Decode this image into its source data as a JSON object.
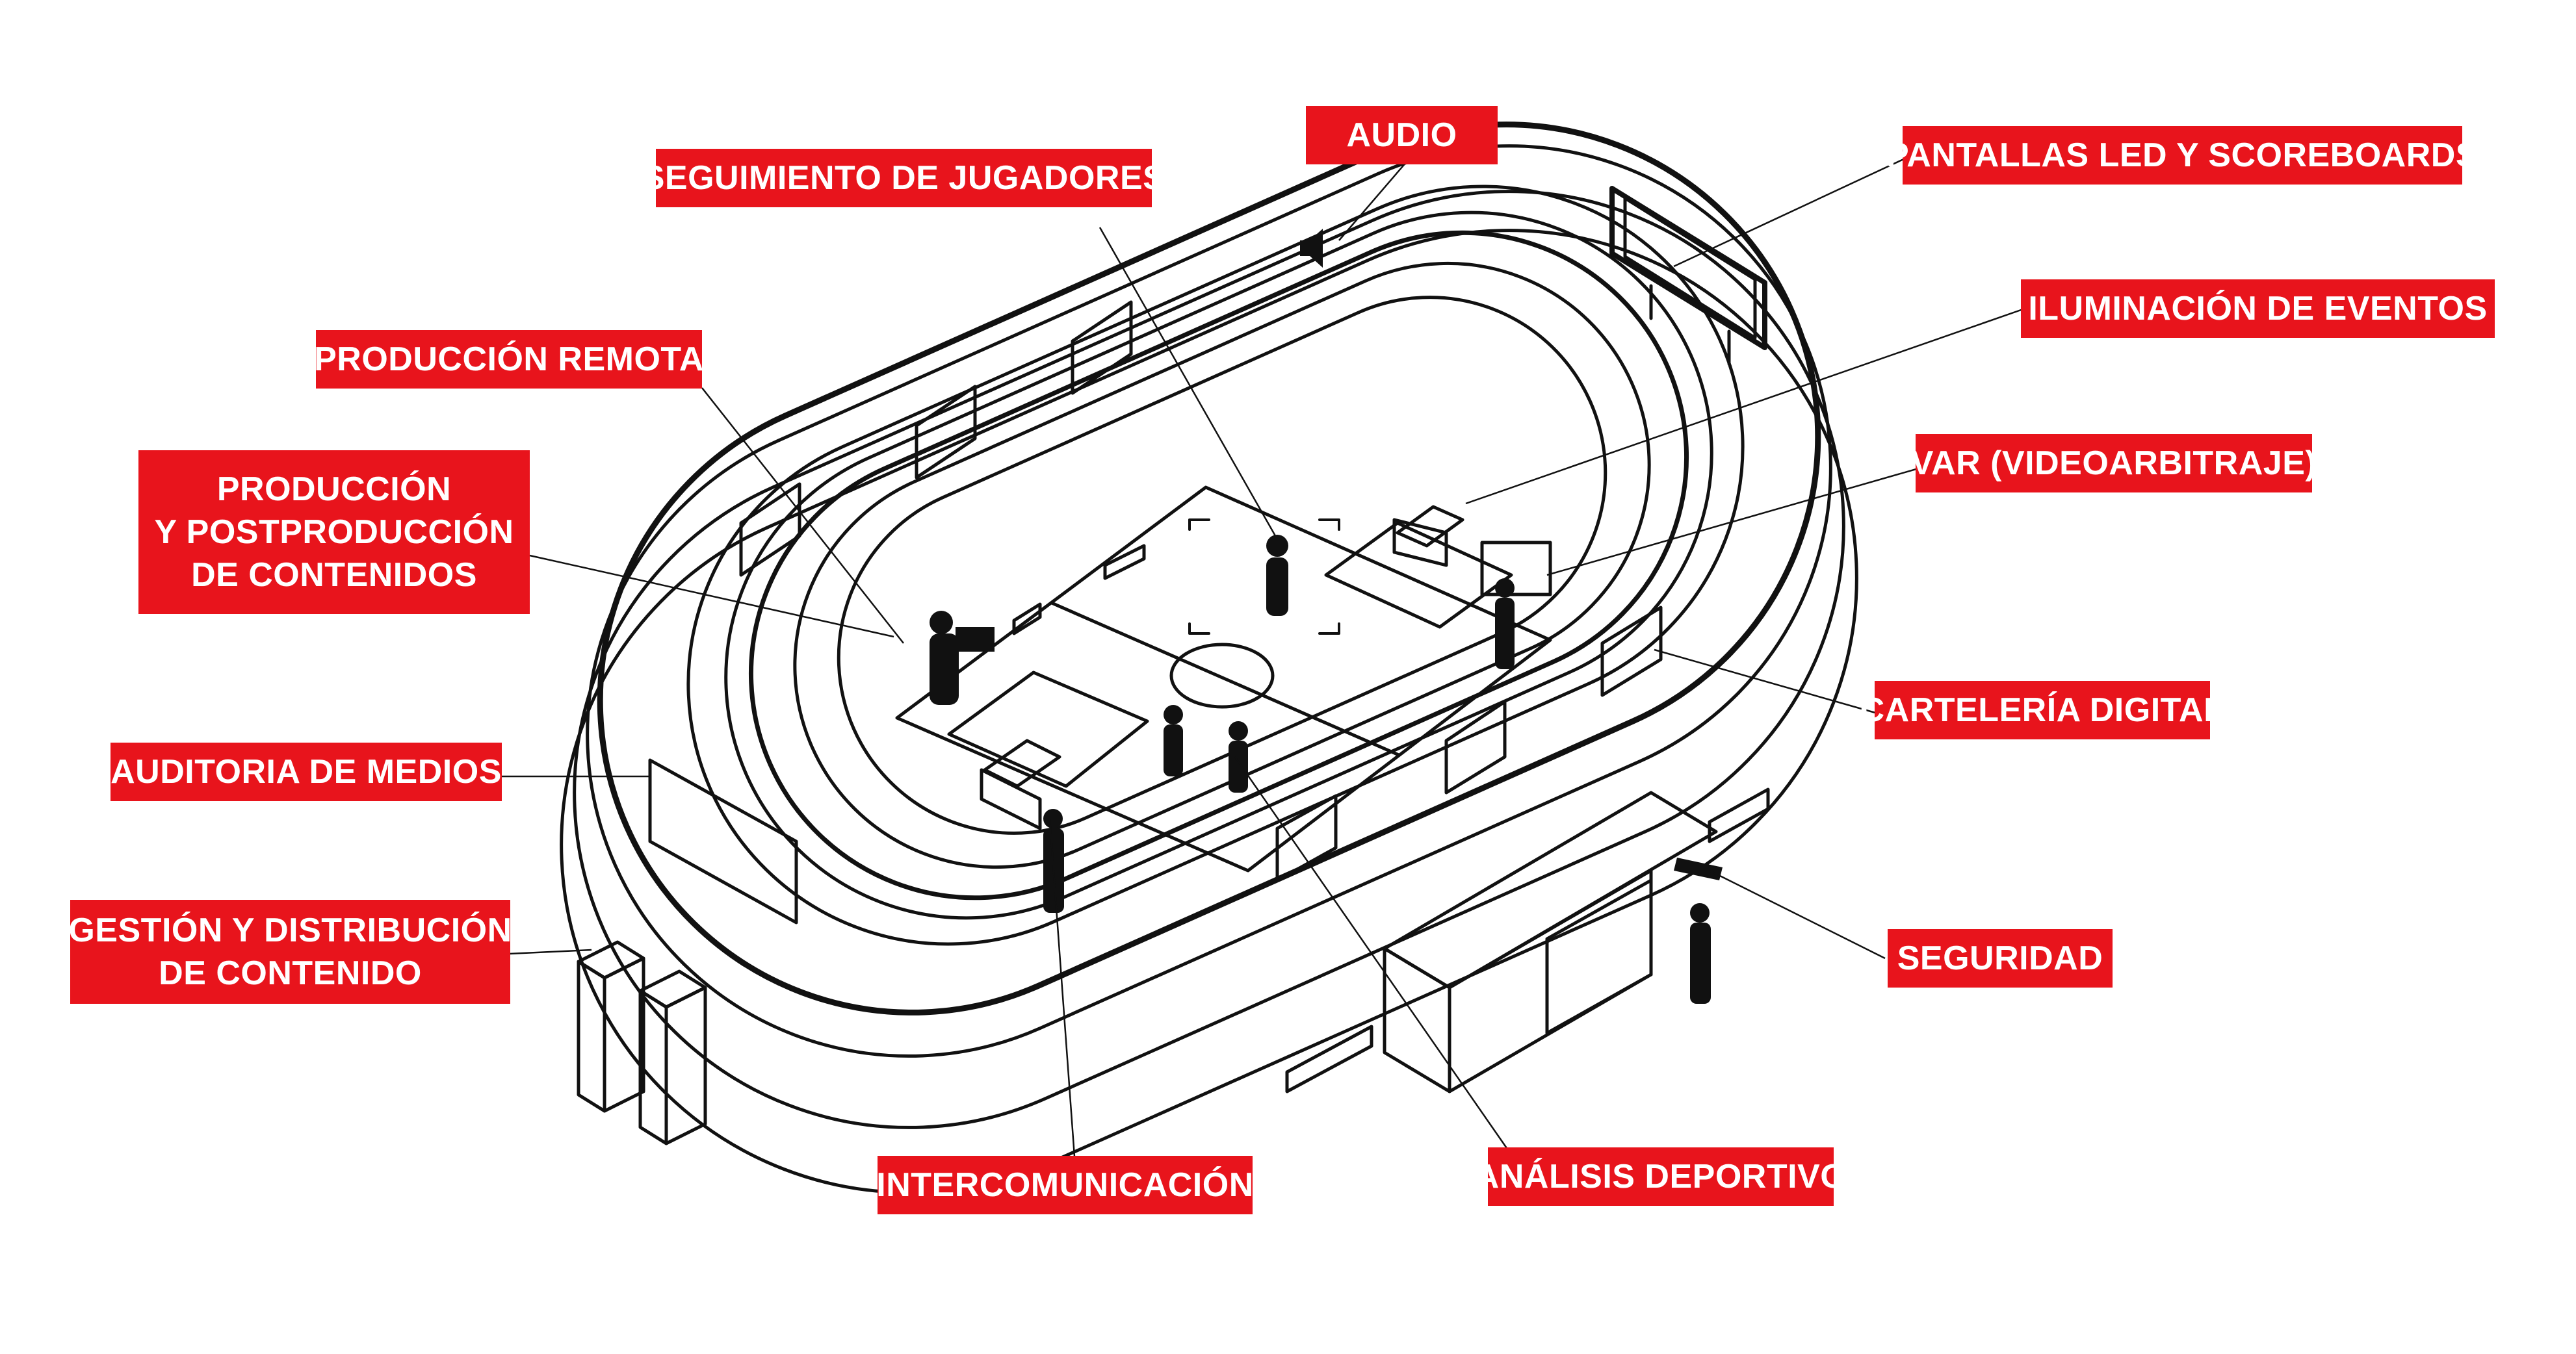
{
  "labels": {
    "audio": "AUDIO",
    "seguimiento": "SEGUIMIENTO DE JUGADORES",
    "pantallas": "PANTALLAS LED Y SCOREBOARDS",
    "iluminacion": "ILUMINACIÓN DE EVENTOS",
    "produccion_remota": "PRODUCCIÓN REMOTA",
    "var": "VAR (VIDEOARBITRAJE)",
    "produccion_post": [
      "PRODUCCIÓN",
      "Y POSTPRODUCCIÓN",
      "DE CONTENIDOS"
    ],
    "carteleria": "CARTELERÍA DIGITAL",
    "auditoria": "AUDITORIA DE MEDIOS",
    "gestion": [
      "GESTIÓN Y DISTRIBUCIÓN",
      "DE CONTENIDO"
    ],
    "seguridad": "SEGURIDAD",
    "intercom": "INTERCOMUNICACIÓN",
    "analisis": "ANÁLISIS DEPORTIVO"
  },
  "colors": {
    "label_bg": "#e8141c",
    "label_text": "#ffffff",
    "line": "#111111"
  },
  "icons": [
    "speaker-icon",
    "floodlight-icon",
    "camera-operator-icon",
    "player-icon",
    "security-camera-icon",
    "server-rack-icon"
  ]
}
